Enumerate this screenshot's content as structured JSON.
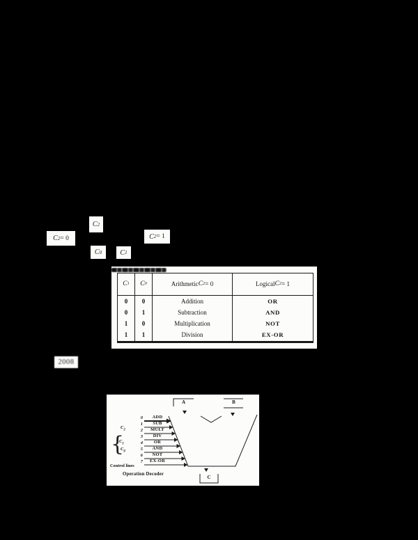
{
  "page_bg": "#000000",
  "scan_ink": "#1a1a1a",
  "paper": "#fcfcfb",
  "math": {
    "c2": {
      "base": "C",
      "sub": "2"
    },
    "c2eq0": {
      "base": "C",
      "sub": "2",
      "rest": " = 0"
    },
    "c2eq1": {
      "base": "C",
      "sub": "2",
      "rest": " = 1"
    },
    "c0": {
      "base": "C",
      "sub": "0"
    },
    "c1": {
      "base": "C",
      "sub": "1"
    }
  },
  "year": "2008",
  "table": {
    "headers": {
      "col1": {
        "base": "C",
        "sub": "1"
      },
      "col2": {
        "base": "C",
        "sub": "0"
      },
      "col3": {
        "pre": "Arithmetic ",
        "base": "C",
        "sub": "2",
        "post": " = 0"
      },
      "col4": {
        "pre": "Logical ",
        "base": "C",
        "sub": "2",
        "post": " = 1"
      }
    },
    "rows": [
      [
        "0",
        "0",
        "Addition",
        "OR"
      ],
      [
        "0",
        "1",
        "Subtraction",
        "AND"
      ],
      [
        "1",
        "0",
        "Multiplication",
        "NOT"
      ],
      [
        "1",
        "1",
        "Division",
        "EX-OR"
      ]
    ]
  },
  "diagram": {
    "input_a": "A",
    "input_b": "B",
    "output_c": "C",
    "operations": [
      {
        "num": "0",
        "label": "ADD"
      },
      {
        "num": "1",
        "label": "SUB"
      },
      {
        "num": "2",
        "label": "MULT"
      },
      {
        "num": "3",
        "label": "DIV"
      },
      {
        "num": "4",
        "label": "OR"
      },
      {
        "num": "5",
        "label": "AND"
      },
      {
        "num": "6",
        "label": "NOT"
      },
      {
        "num": "7",
        "label": "EX-OR"
      }
    ],
    "control_lines": [
      {
        "base": "C",
        "sub": "2"
      },
      {
        "base": "C",
        "sub": "1"
      },
      {
        "base": "C",
        "sub": "0"
      }
    ],
    "brace": "{",
    "control_lines_label": "Control lines",
    "decoder_label": "Operation Decoder"
  }
}
